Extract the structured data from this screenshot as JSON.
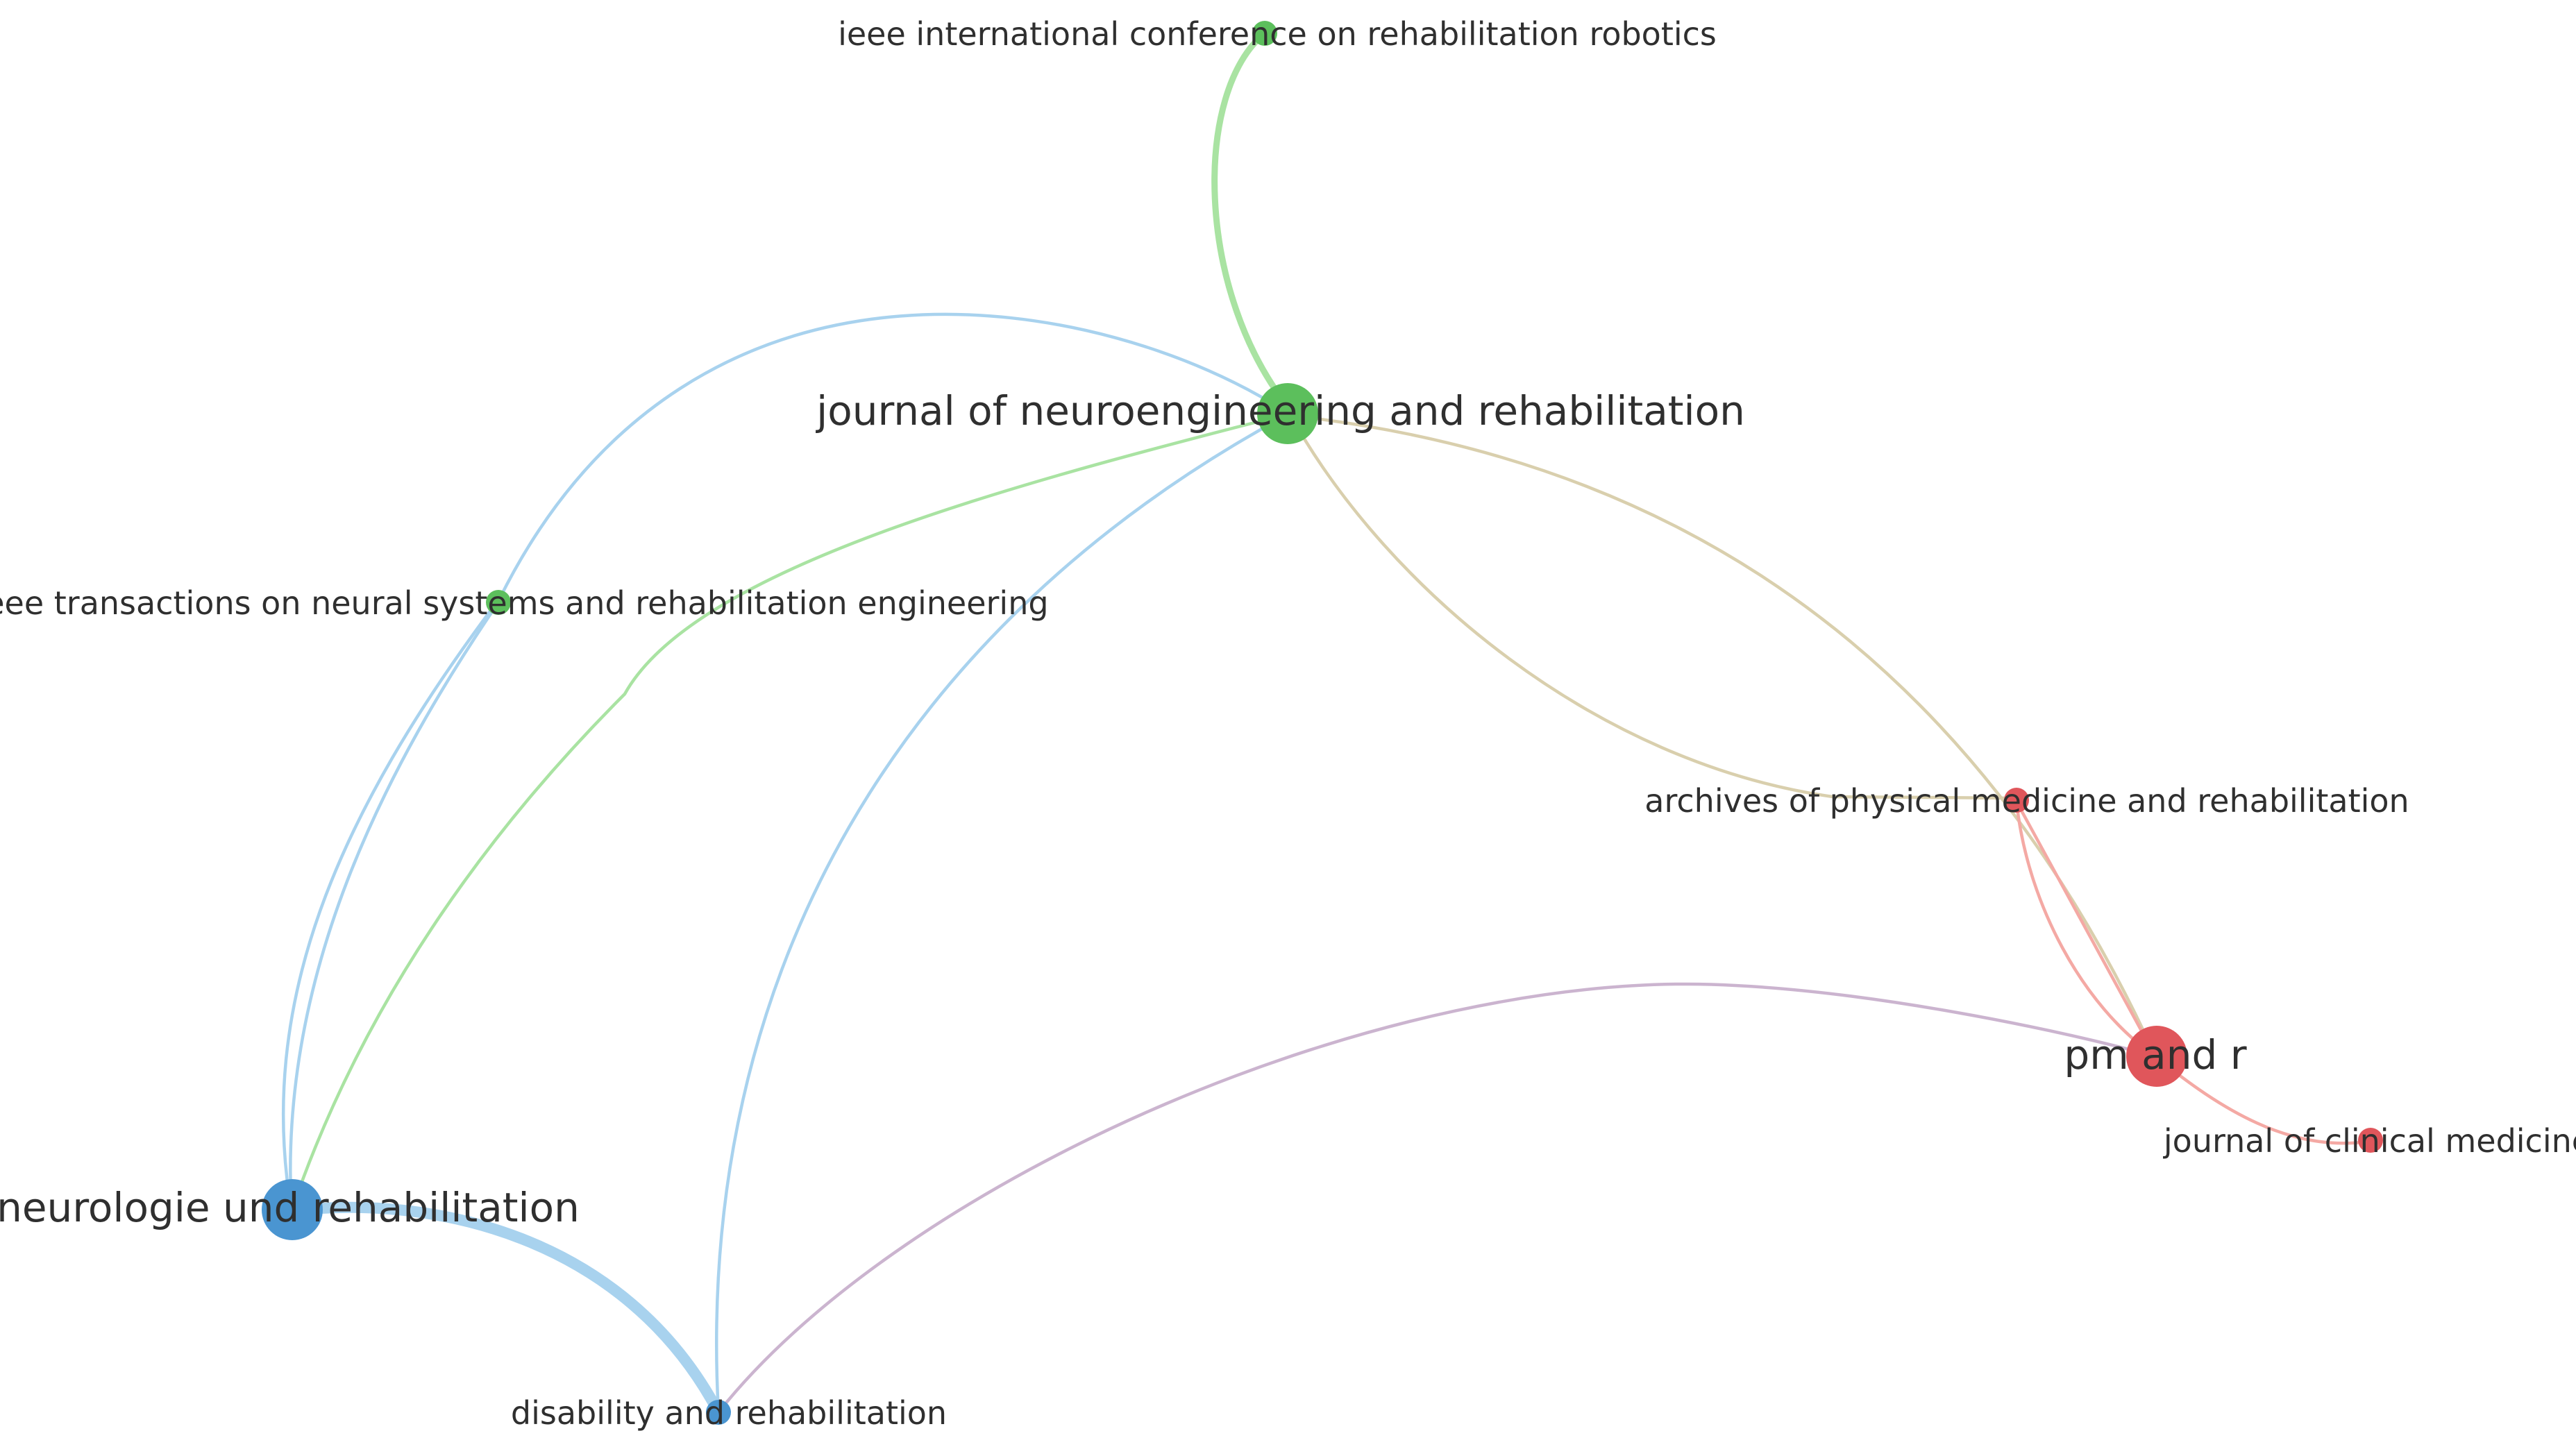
{
  "colors": {
    "green_cluster": "#5cbf5c",
    "green_edge": "#a9e3a2",
    "blue_cluster": "#4a95d1",
    "blue_edge": "#a8d2ee",
    "red_cluster": "#e0565b",
    "red_edge": "#f4a9a4",
    "mixed_edge_green_red": "#d9cfad",
    "mixed_edge_blue_red": "#cbb4cf"
  },
  "nodes": [
    {
      "id": "n1",
      "label": "ieee international conference on rehabilitation robotics",
      "cluster": "green"
    },
    {
      "id": "n2",
      "label": "journal of neuroengineering and rehabilitation",
      "cluster": "green"
    },
    {
      "id": "n3",
      "label": "ieee transactions on neural systems and rehabilitation engineering",
      "cluster": "green"
    },
    {
      "id": "n4",
      "label": "archives of physical medicine and rehabilitation",
      "cluster": "red"
    },
    {
      "id": "n5",
      "label": "pm and r",
      "cluster": "red"
    },
    {
      "id": "n6",
      "label": "journal of clinical medicine",
      "cluster": "red"
    },
    {
      "id": "n7",
      "label": "neurologie und rehabilitation",
      "cluster": "blue"
    },
    {
      "id": "n8",
      "label": "disability and rehabilitation",
      "cluster": "blue"
    }
  ],
  "edges": [
    {
      "from": "n1",
      "to": "n2",
      "strength": "strong"
    },
    {
      "from": "n2",
      "to": "n7",
      "strength": "weak"
    },
    {
      "from": "n2",
      "to": "n3",
      "strength": "weak"
    },
    {
      "from": "n2",
      "to": "n8",
      "strength": "weak"
    },
    {
      "from": "n2",
      "to": "n4",
      "strength": "weak"
    },
    {
      "from": "n2",
      "to": "n5",
      "strength": "weak"
    },
    {
      "from": "n3",
      "to": "n7",
      "strength": "weak"
    },
    {
      "from": "n4",
      "to": "n5",
      "strength": "weak"
    },
    {
      "from": "n5",
      "to": "n6",
      "strength": "weak"
    },
    {
      "from": "n5",
      "to": "n8",
      "strength": "weak"
    },
    {
      "from": "n7",
      "to": "n8",
      "strength": "strong"
    }
  ]
}
